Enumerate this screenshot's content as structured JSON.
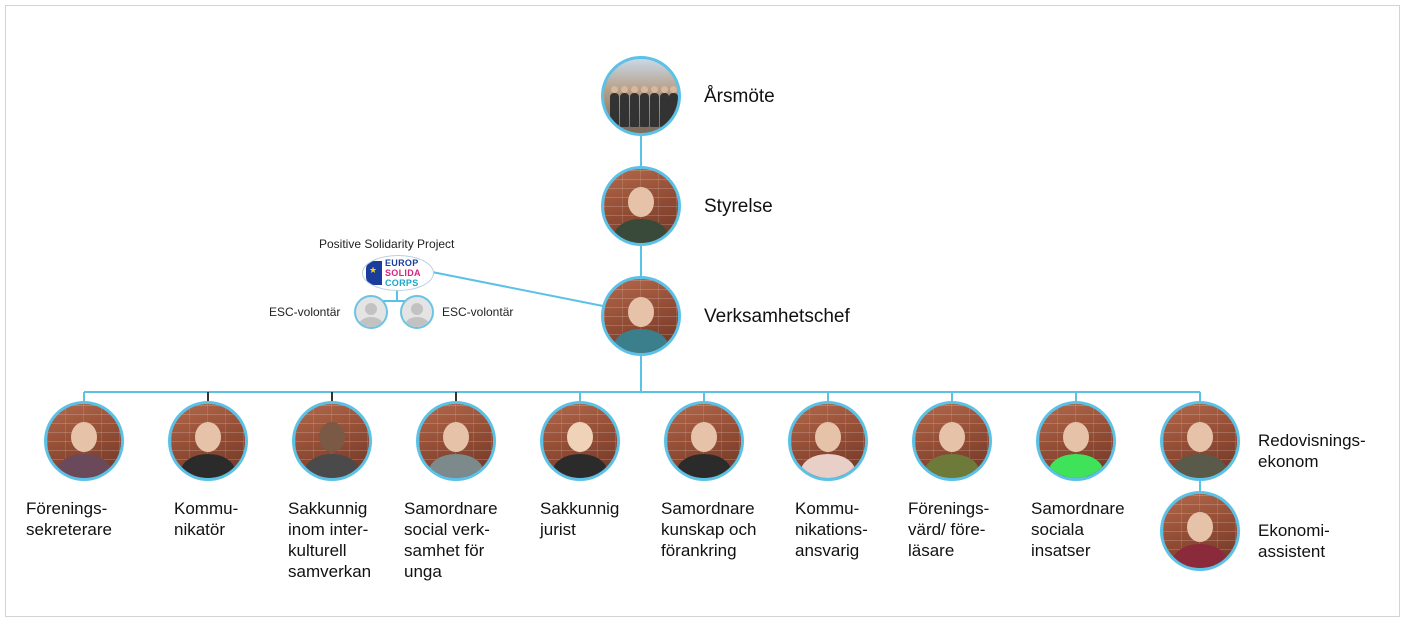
{
  "top": {
    "agm": {
      "label": "Årsmöte",
      "photo": "group-photo"
    },
    "board": {
      "label": "Styrelse",
      "photo": "person-photo"
    },
    "director": {
      "label": "Verksamhetschef",
      "photo": "person-photo"
    }
  },
  "esc": {
    "project_label": "Positive Solidarity Project",
    "logo_lines": [
      "EUROP",
      "SOLIDA",
      "CORPS"
    ],
    "volunteers": [
      {
        "label": "ESC-volontär",
        "icon": "user-placeholder-icon"
      },
      {
        "label": "ESC-volontär",
        "icon": "user-placeholder-icon"
      }
    ]
  },
  "staff": [
    {
      "label": "Förenings-\nsekreterare"
    },
    {
      "label": "Kommu-\nnikatör"
    },
    {
      "label": "Sakkunnig\ninom inter-\nkulturell\nsamverkan"
    },
    {
      "label": "Samordnare\nsocial verk-\nsamhet för\nunga"
    },
    {
      "label": "Sakkunnig\njurist"
    },
    {
      "label": "Samordnare\nkunskap och\nförankring"
    },
    {
      "label": "Kommu-\nnikations-\nansvarig"
    },
    {
      "label": "Förenings-\nvärd/ före-\nläsare"
    },
    {
      "label": "Samordnare\nsociala\ninsatser"
    }
  ],
  "finance": [
    {
      "label": "Redovisnings-\nekonom"
    },
    {
      "label": "Ekonomi-\nassistent"
    }
  ],
  "colors": {
    "connector": "#5bc1e6",
    "connector_dark": "#333333",
    "ring": "#5bc1e6"
  }
}
